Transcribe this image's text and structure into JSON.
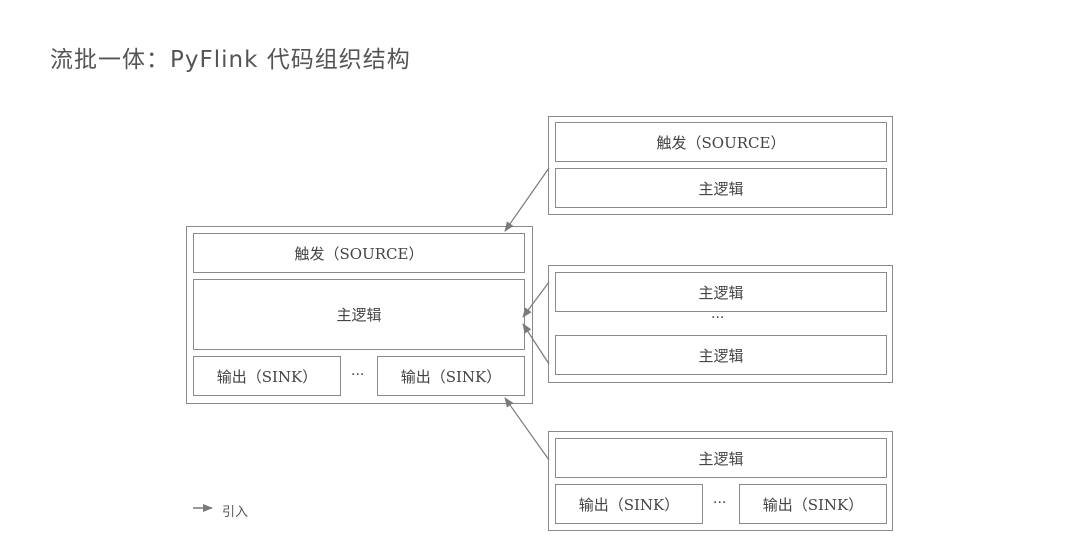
{
  "title": "流批一体：PyFlink 代码组织结构",
  "labels": {
    "source": "触发（SOURCE）",
    "main_logic": "主逻辑",
    "sink": "输出（SINK）",
    "ellipsis": "···",
    "vertical_ellipsis": "···"
  },
  "legend": {
    "label": "引入",
    "icon": "arrow-right-icon"
  },
  "colors": {
    "border": "#8a8a8a",
    "text": "#444444",
    "arrow": "#7a7a7a"
  }
}
